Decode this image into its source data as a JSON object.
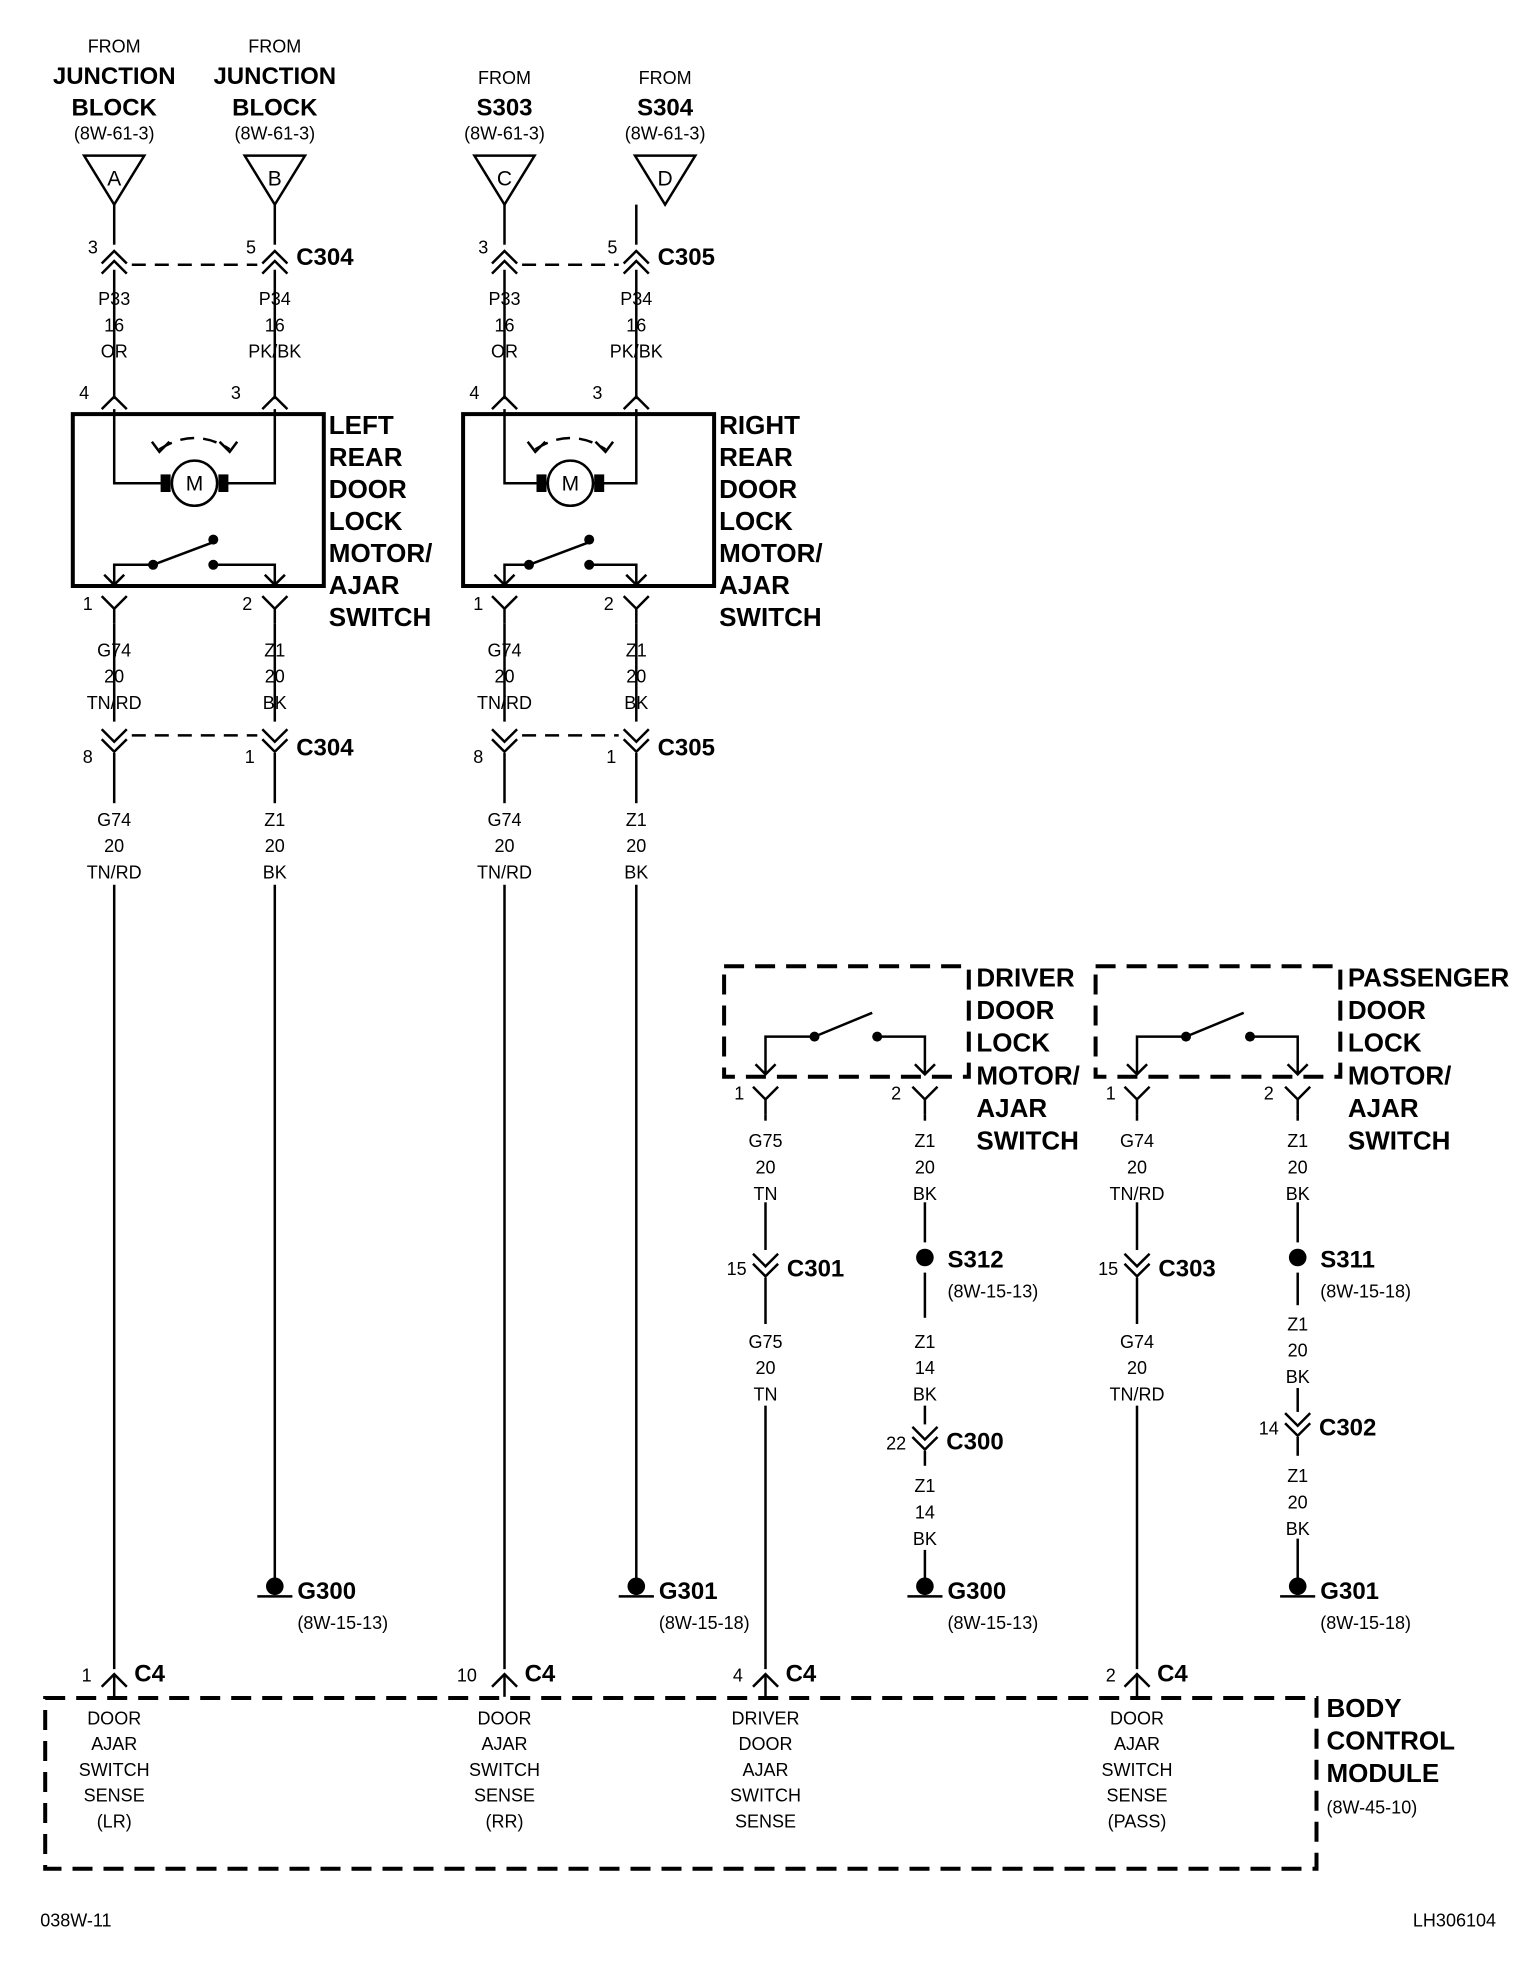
{
  "sources": {
    "a": {
      "line1": "FROM",
      "line2": "JUNCTION",
      "line3": "BLOCK",
      "ref": "(8W-61-3)",
      "letter": "A"
    },
    "b": {
      "line1": "FROM",
      "line2": "JUNCTION",
      "line3": "BLOCK",
      "ref": "(8W-61-3)",
      "letter": "B"
    },
    "c": {
      "line1": "FROM",
      "line2": "S303",
      "ref": "(8W-61-3)",
      "letter": "C"
    },
    "d": {
      "line1": "FROM",
      "line2": "S304",
      "ref": "(8W-61-3)",
      "letter": "D"
    }
  },
  "connectors": {
    "c304": "C304",
    "c305": "C305",
    "c301": "C301",
    "c303": "C303",
    "c300": "C300",
    "c302": "C302",
    "c4": "C4"
  },
  "pins": {
    "p3": "3",
    "p5": "5",
    "p4": "4",
    "p1": "1",
    "p2": "2",
    "p8": "8",
    "p15": "15",
    "p22": "22",
    "p14": "14",
    "p10": "10"
  },
  "wires": {
    "p33": "P33",
    "p34": "P34",
    "g74": "G74",
    "g75": "G75",
    "z1": "Z1",
    "g16": "16",
    "g20": "20",
    "g14": "14",
    "or": "OR",
    "pkbk": "PK/BK",
    "tnrd": "TN/RD",
    "tn": "TN",
    "bk": "BK"
  },
  "components": {
    "left_rear": [
      "LEFT",
      "REAR",
      "DOOR",
      "LOCK",
      "MOTOR/",
      "AJAR",
      "SWITCH"
    ],
    "right_rear": [
      "RIGHT",
      "REAR",
      "DOOR",
      "LOCK",
      "MOTOR/",
      "AJAR",
      "SWITCH"
    ],
    "driver": [
      "DRIVER",
      "DOOR",
      "LOCK",
      "MOTOR/",
      "AJAR",
      "SWITCH"
    ],
    "passenger": [
      "PASSENGER",
      "DOOR",
      "LOCK",
      "MOTOR/",
      "AJAR",
      "SWITCH"
    ],
    "motor_symbol": "M"
  },
  "splices": {
    "s312": {
      "name": "S312",
      "ref": "(8W-15-13)"
    },
    "s311": {
      "name": "S311",
      "ref": "(8W-15-18)"
    }
  },
  "grounds": {
    "g300": {
      "name": "G300",
      "ref": "(8W-15-13)"
    },
    "g301": {
      "name": "G301",
      "ref": "(8W-15-18)"
    }
  },
  "bcm": {
    "title": [
      "BODY",
      "CONTROL",
      "MODULE"
    ],
    "ref": "(8W-45-10)",
    "lr": [
      "DOOR",
      "AJAR",
      "SWITCH",
      "SENSE",
      "(LR)"
    ],
    "rr": [
      "DOOR",
      "AJAR",
      "SWITCH",
      "SENSE",
      "(RR)"
    ],
    "driver": [
      "DRIVER",
      "DOOR",
      "AJAR",
      "SWITCH",
      "SENSE"
    ],
    "pass": [
      "DOOR",
      "AJAR",
      "SWITCH",
      "SENSE",
      "(PASS)"
    ]
  },
  "footer": {
    "left": "038W-11",
    "right": "LH306104"
  }
}
